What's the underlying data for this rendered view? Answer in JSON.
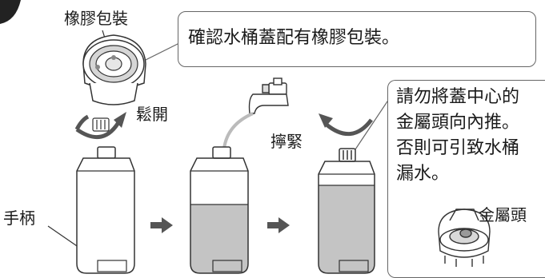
{
  "labels": {
    "gasket": "橡膠包裝",
    "loosen": "鬆開",
    "tighten": "擰緊",
    "handle": "手柄",
    "metal_head": "金屬頭"
  },
  "callout_main": "確認水桶蓋配有橡膠包裝。",
  "warning_lines": [
    "請勿將蓋中心的",
    "金屬頭向內推。",
    "否則可引致水桶",
    "漏水。"
  ],
  "colors": {
    "water": "#c4c4c4",
    "outline": "#333333",
    "arrow": "#555555"
  }
}
